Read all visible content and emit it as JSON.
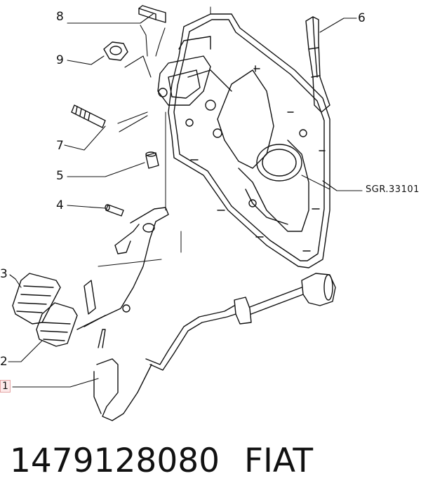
{
  "diagram": {
    "callouts": [
      {
        "id": "8",
        "text": "8"
      },
      {
        "id": "9",
        "text": "9"
      },
      {
        "id": "7",
        "text": "7"
      },
      {
        "id": "5",
        "text": "5"
      },
      {
        "id": "4",
        "text": "4"
      },
      {
        "id": "3",
        "text": "3"
      },
      {
        "id": "2",
        "text": "2"
      },
      {
        "id": "1",
        "text": "1"
      },
      {
        "id": "6",
        "text": "6"
      },
      {
        "id": "ref",
        "text": "SGR.33101"
      }
    ]
  },
  "footer": {
    "part_number": "1479128080",
    "brand": "FIAT"
  }
}
